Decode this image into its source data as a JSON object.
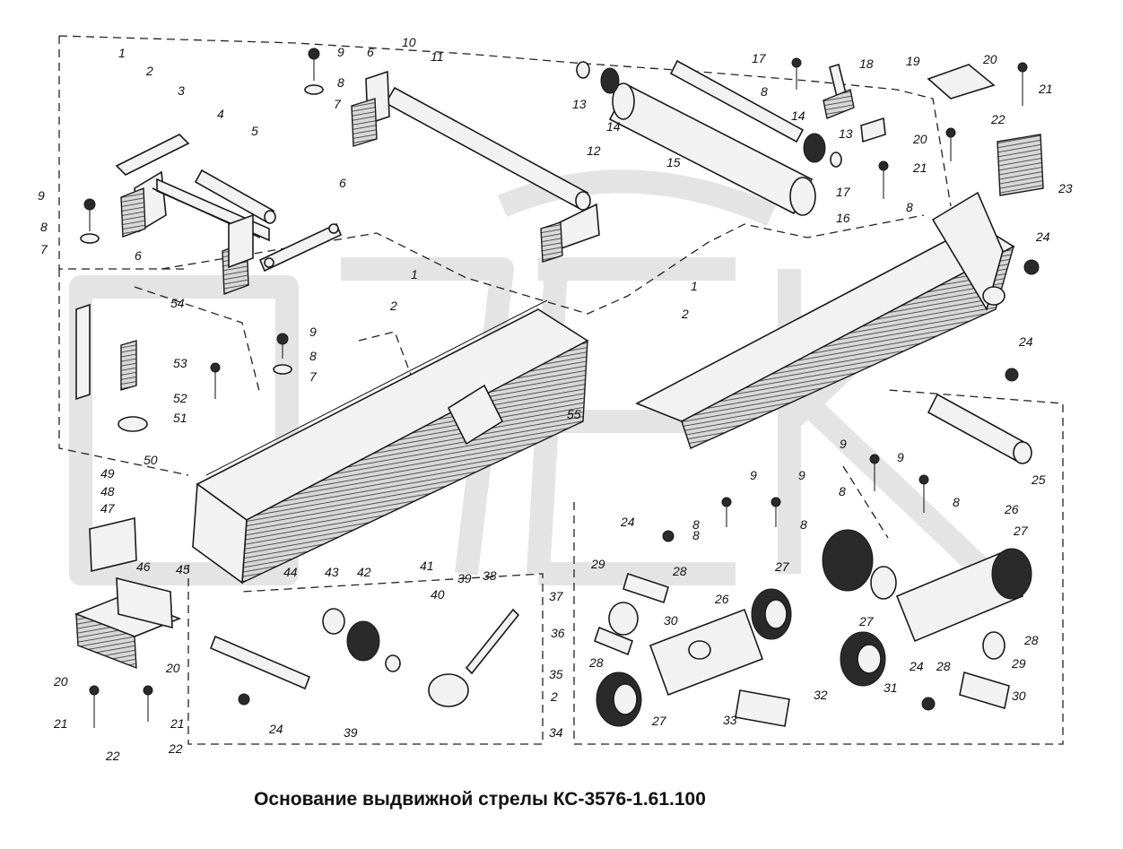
{
  "caption": "Основание выдвижной стрелы КС-3576-1.61.100",
  "callouts": [
    {
      "id": "c1a",
      "text": "1"
    },
    {
      "id": "c2a",
      "text": "2"
    },
    {
      "id": "c3",
      "text": "3"
    },
    {
      "id": "c4",
      "text": "4"
    },
    {
      "id": "c5",
      "text": "5"
    },
    {
      "id": "c6a",
      "text": "6"
    },
    {
      "id": "c6b",
      "text": "6"
    },
    {
      "id": "c6c",
      "text": "6"
    },
    {
      "id": "c7a",
      "text": "7"
    },
    {
      "id": "c7b",
      "text": "7"
    },
    {
      "id": "c7c",
      "text": "7"
    },
    {
      "id": "c8a",
      "text": "8"
    },
    {
      "id": "c8b",
      "text": "8"
    },
    {
      "id": "c8c",
      "text": "8"
    },
    {
      "id": "c8d",
      "text": "8"
    },
    {
      "id": "c8e",
      "text": "8"
    },
    {
      "id": "c8f",
      "text": "8"
    },
    {
      "id": "c8g",
      "text": "8"
    },
    {
      "id": "c8h",
      "text": "8"
    },
    {
      "id": "c8i",
      "text": "8"
    },
    {
      "id": "c8j",
      "text": "8"
    },
    {
      "id": "c9a",
      "text": "9"
    },
    {
      "id": "c9b",
      "text": "9"
    },
    {
      "id": "c9c",
      "text": "9"
    },
    {
      "id": "c9d",
      "text": "9"
    },
    {
      "id": "c9e",
      "text": "9"
    },
    {
      "id": "c9f",
      "text": "9"
    },
    {
      "id": "c9g",
      "text": "9"
    },
    {
      "id": "c10",
      "text": "10"
    },
    {
      "id": "c11",
      "text": "11"
    },
    {
      "id": "c12",
      "text": "12"
    },
    {
      "id": "c13a",
      "text": "13"
    },
    {
      "id": "c13b",
      "text": "13"
    },
    {
      "id": "c14a",
      "text": "14"
    },
    {
      "id": "c14b",
      "text": "14"
    },
    {
      "id": "c15",
      "text": "15"
    },
    {
      "id": "c16",
      "text": "16"
    },
    {
      "id": "c17a",
      "text": "17"
    },
    {
      "id": "c17b",
      "text": "17"
    },
    {
      "id": "c18",
      "text": "18"
    },
    {
      "id": "c19",
      "text": "19"
    },
    {
      "id": "c20a",
      "text": "20"
    },
    {
      "id": "c20b",
      "text": "20"
    },
    {
      "id": "c20c",
      "text": "20"
    },
    {
      "id": "c20d",
      "text": "20"
    },
    {
      "id": "c21a",
      "text": "21"
    },
    {
      "id": "c21b",
      "text": "21"
    },
    {
      "id": "c21c",
      "text": "21"
    },
    {
      "id": "c21d",
      "text": "21"
    },
    {
      "id": "c22a",
      "text": "22"
    },
    {
      "id": "c22b",
      "text": "22"
    },
    {
      "id": "c22c",
      "text": "22"
    },
    {
      "id": "c23",
      "text": "23"
    },
    {
      "id": "c1b",
      "text": "1"
    },
    {
      "id": "c2b",
      "text": "2"
    },
    {
      "id": "c1c",
      "text": "1"
    },
    {
      "id": "c2c",
      "text": "2"
    },
    {
      "id": "c24a",
      "text": "24"
    },
    {
      "id": "c24b",
      "text": "24"
    },
    {
      "id": "c24c",
      "text": "24"
    },
    {
      "id": "c24d",
      "text": "24"
    },
    {
      "id": "c24e",
      "text": "24"
    },
    {
      "id": "c25",
      "text": "25"
    },
    {
      "id": "c26a",
      "text": "26"
    },
    {
      "id": "c26b",
      "text": "26"
    },
    {
      "id": "c27a",
      "text": "27"
    },
    {
      "id": "c27b",
      "text": "27"
    },
    {
      "id": "c27c",
      "text": "27"
    },
    {
      "id": "c27d",
      "text": "27"
    },
    {
      "id": "c28a",
      "text": "28"
    },
    {
      "id": "c28b",
      "text": "28"
    },
    {
      "id": "c28c",
      "text": "28"
    },
    {
      "id": "c28d",
      "text": "28"
    },
    {
      "id": "c29a",
      "text": "29"
    },
    {
      "id": "c29b",
      "text": "29"
    },
    {
      "id": "c30a",
      "text": "30"
    },
    {
      "id": "c30b",
      "text": "30"
    },
    {
      "id": "c31",
      "text": "31"
    },
    {
      "id": "c32",
      "text": "32"
    },
    {
      "id": "c33",
      "text": "33"
    },
    {
      "id": "c34",
      "text": "34"
    },
    {
      "id": "c35",
      "text": "35"
    },
    {
      "id": "c2d",
      "text": "2"
    },
    {
      "id": "c36",
      "text": "36"
    },
    {
      "id": "c37",
      "text": "37"
    },
    {
      "id": "c38",
      "text": "38"
    },
    {
      "id": "c39a",
      "text": "39"
    },
    {
      "id": "c39b",
      "text": "39"
    },
    {
      "id": "c40",
      "text": "40"
    },
    {
      "id": "c41",
      "text": "41"
    },
    {
      "id": "c42",
      "text": "42"
    },
    {
      "id": "c43",
      "text": "43"
    },
    {
      "id": "c44",
      "text": "44"
    },
    {
      "id": "c45",
      "text": "45"
    },
    {
      "id": "c46",
      "text": "46"
    },
    {
      "id": "c47",
      "text": "47"
    },
    {
      "id": "c48",
      "text": "48"
    },
    {
      "id": "c49",
      "text": "49"
    },
    {
      "id": "c50",
      "text": "50"
    },
    {
      "id": "c51",
      "text": "51"
    },
    {
      "id": "c52",
      "text": "52"
    },
    {
      "id": "c53",
      "text": "53"
    },
    {
      "id": "c54",
      "text": "54"
    },
    {
      "id": "c55",
      "text": "55"
    }
  ]
}
